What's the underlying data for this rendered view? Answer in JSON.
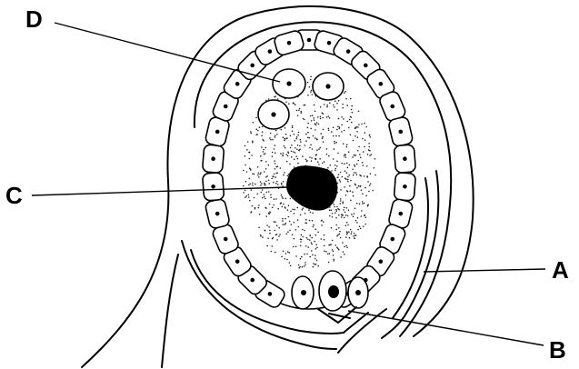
{
  "labels": {
    "a": "A",
    "b": "B",
    "c": "C",
    "d": "D"
  },
  "colors": {
    "ink": "#000000",
    "paper": "#ffffff"
  }
}
